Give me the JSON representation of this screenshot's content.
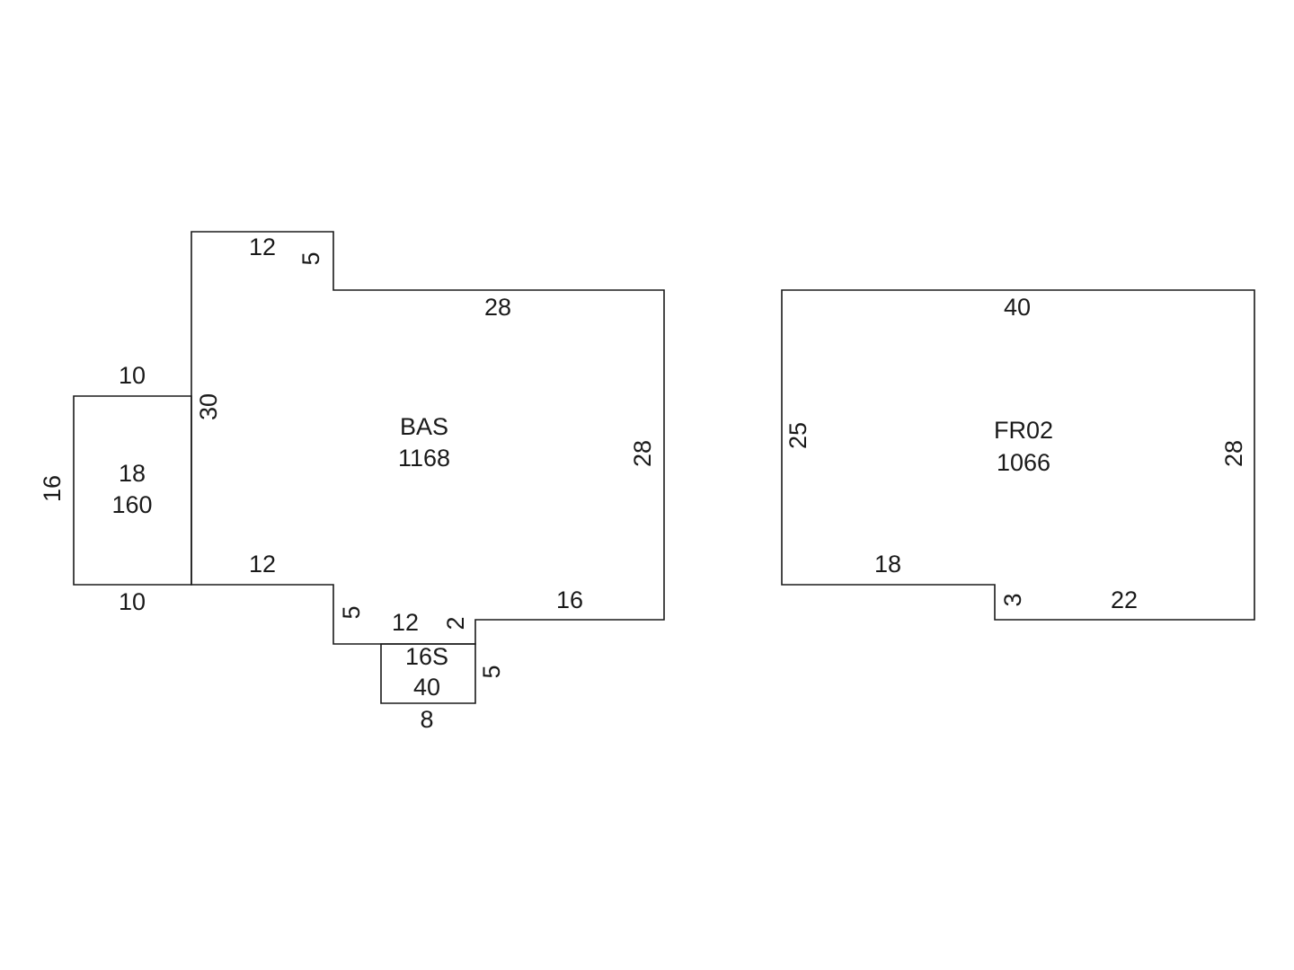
{
  "sketch": {
    "areas": [
      {
        "code": "BAS",
        "area": "1168"
      },
      {
        "code": "18",
        "area": "160"
      },
      {
        "code": "16S",
        "area": "40"
      },
      {
        "code": "FR02",
        "area": "1066"
      }
    ],
    "dimensions": {
      "bas_top_left": "12",
      "bas_notch_top": "5",
      "bas_top_right": "28",
      "bas_left": "30",
      "bas_right": "28",
      "bas_bottom_left": "12",
      "bas_notch_left": "5",
      "bas_bottom_mid": "12",
      "bas_step": "2",
      "bas_bottom_right": "16",
      "porch_top": "10",
      "porch_left": "16",
      "porch_bottom": "10",
      "stoop_right": "5",
      "stoop_bottom": "8",
      "fr_top": "40",
      "fr_left": "25",
      "fr_right": "28",
      "fr_bottom_left": "18",
      "fr_step": "3",
      "fr_bottom_right": "22"
    }
  }
}
